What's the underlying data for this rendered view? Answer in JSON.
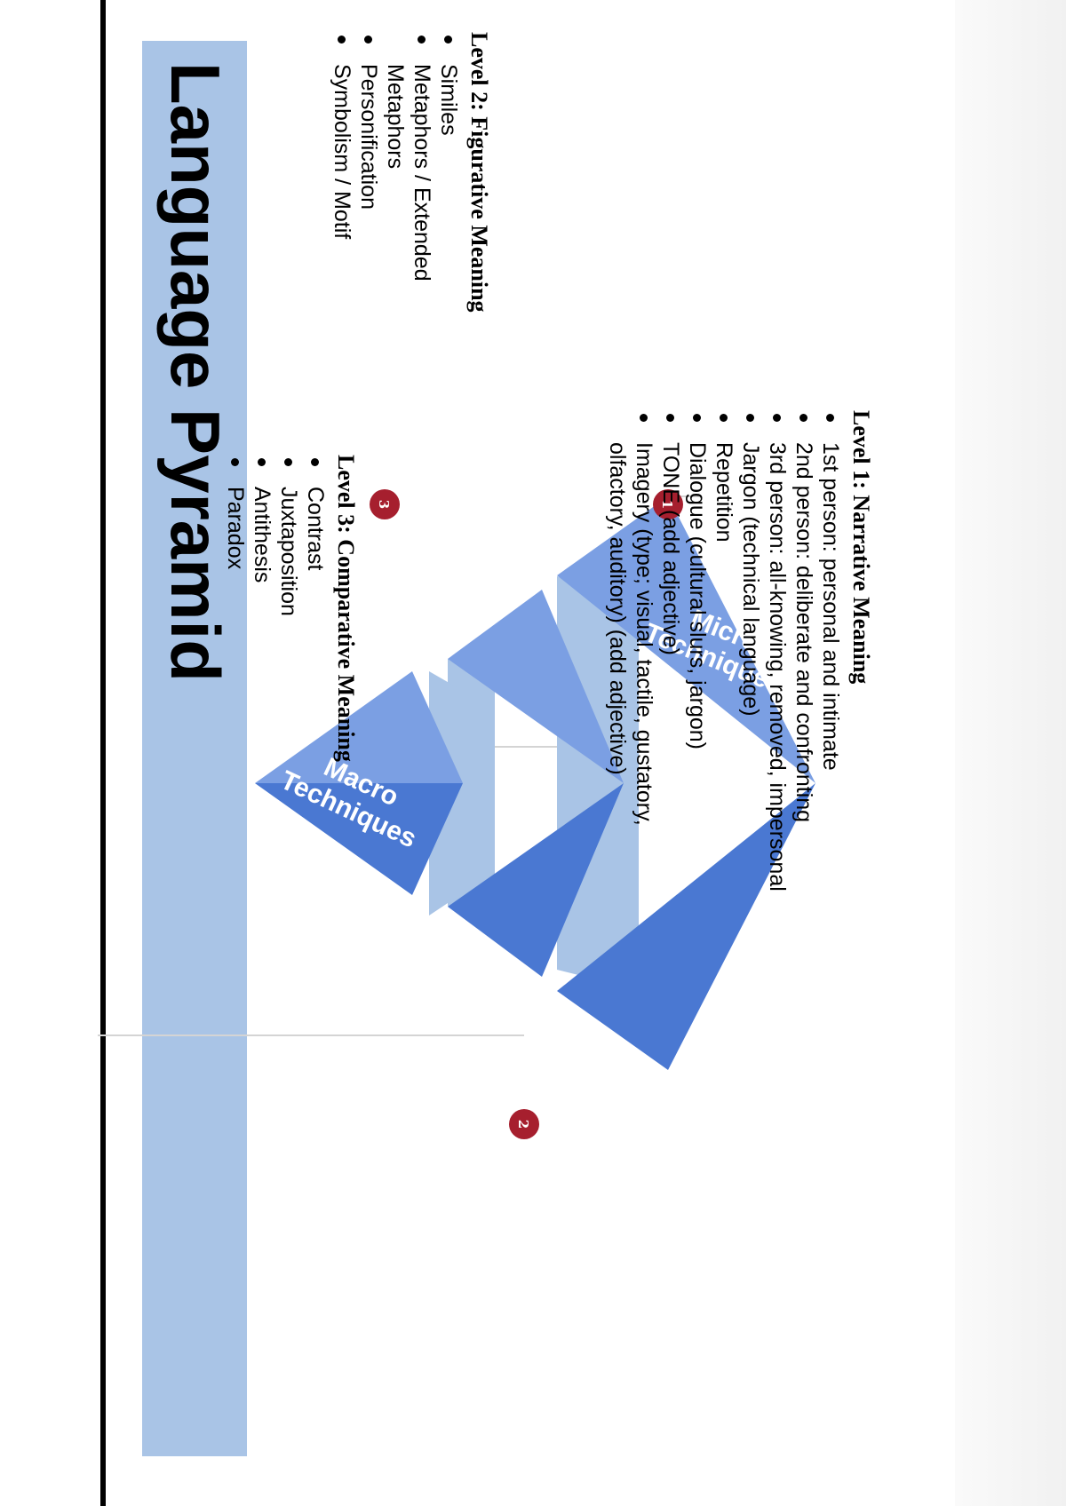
{
  "title": "Language Pyramid",
  "pyramid": {
    "top_label_line1": "Macro",
    "top_label_line2": "Techniques",
    "bottom_label_line1": "Micro",
    "bottom_label_line2": "Techniques"
  },
  "callouts": [
    "3",
    "2",
    "1"
  ],
  "levels": {
    "level3": {
      "heading": "Level 3: Comparative Meaning",
      "items": [
        "Contrast",
        "Juxtaposition",
        "Antithesis",
        "Paradox"
      ]
    },
    "level2": {
      "heading": "Level 2: Figurative Meaning",
      "items": [
        "Similes",
        "Metaphors / Extended Metaphors",
        "Personification",
        "Symbolism / Motif"
      ]
    },
    "level1": {
      "heading": "Level 1: Narrative Meaning",
      "items": [
        "1st person: personal and intimate",
        "2nd person: deliberate and confronting",
        "3rd person: all-knowing, removed, impersonal",
        "Jargon (technical language)",
        "Repetition",
        "Dialogue (cultural slurs, jargon)",
        "TONE (add adjective)",
        "Imagery (type; visual, tactile, gustatory, olfactory, auditory) (add adjective)"
      ]
    }
  },
  "colors": {
    "tier_light": "#7b9fe3",
    "tier_dark": "#4a78d2",
    "tier_gap": "#a9c4e6",
    "callout": "#a61f2e",
    "banner": "#a9c4e6"
  }
}
